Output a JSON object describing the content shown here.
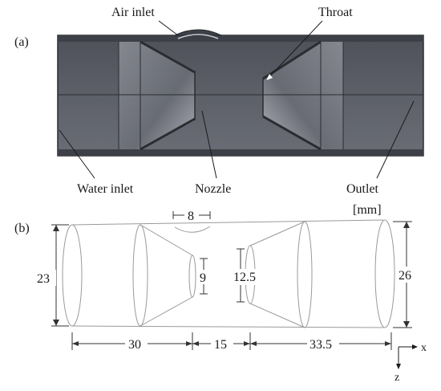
{
  "panel_a": {
    "tag": "(a)",
    "labels": {
      "air_inlet": "Air inlet",
      "throat": "Throat",
      "water_inlet": "Water inlet",
      "nozzle": "Nozzle",
      "outlet": "Outlet"
    }
  },
  "panel_b": {
    "tag": "(b)",
    "unit": "[mm]",
    "dimensions": {
      "air_inlet_width": "8",
      "inlet_diameter": "23",
      "nozzle_diameter": "9",
      "throat_diameter": "12.5",
      "outlet_diameter": "26",
      "inlet_length": "30",
      "gap_length": "15",
      "diffuser_length": "33.5"
    },
    "axes": {
      "x": "x",
      "z": "z"
    }
  },
  "colors": {
    "body": "#5a5d66",
    "body_light": "#8a8d95",
    "edge": "#2a2c30",
    "wireframe": "#9a9a9a"
  }
}
